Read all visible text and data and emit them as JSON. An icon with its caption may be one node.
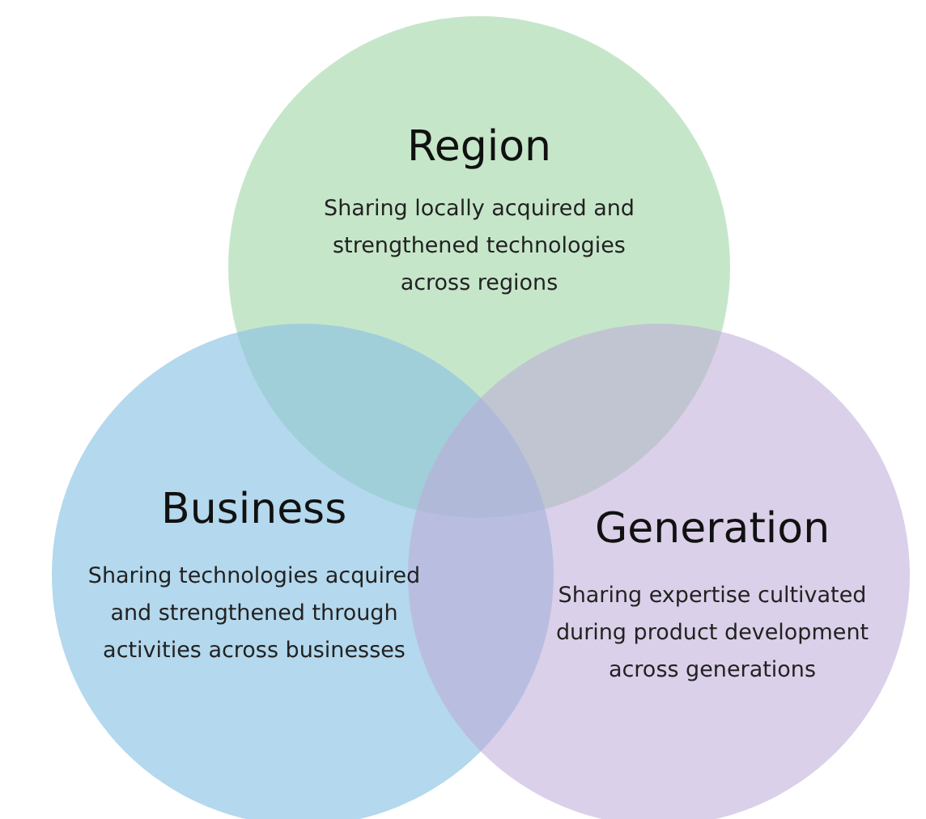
{
  "diagram": {
    "nodes": [
      {
        "text": [
          "Region",
          "Sharing locally acquired and strengthened technologies across regions"
        ]
      },
      {
        "text": [
          "Business",
          "Sharing technologies acquired and strengthened through activities across businesses"
        ]
      },
      {
        "text": [
          "Generation",
          "Sharing expertise cultivated during product development across generations"
        ]
      }
    ],
    "edges": []
  }
}
